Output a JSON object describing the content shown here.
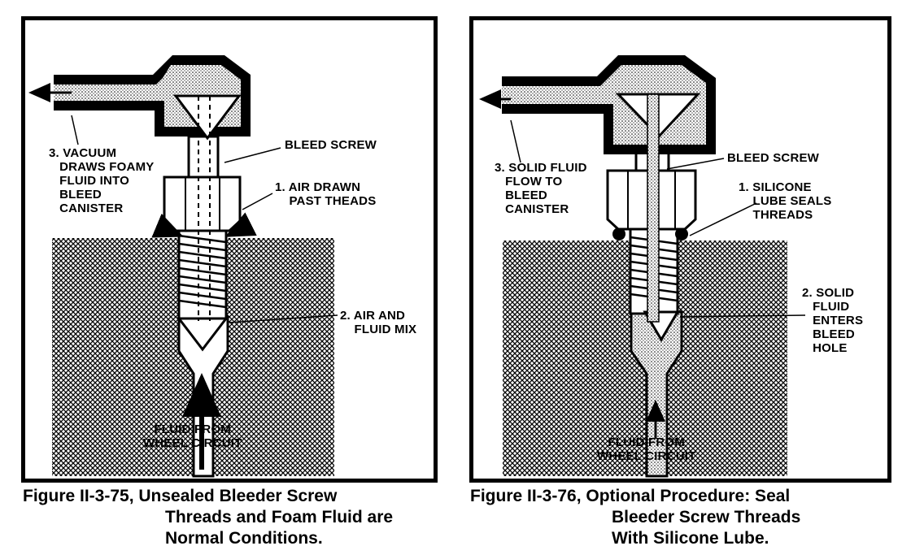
{
  "left": {
    "labels": {
      "vacuum": "3. VACUUM\n   DRAWS FOAMY\n   FLUID INTO\n   BLEED\n   CANISTER",
      "bleed_screw": "BLEED SCREW",
      "air_drawn": "1. AIR DRAWN\n    PAST THEADS",
      "air_fluid": "2. AIR AND\n    FLUID MIX",
      "fluid_from": "FLUID FROM\nWHEEL CIRCUIT"
    },
    "caption_line1": "Figure II-3-75, Unsealed Bleeder Screw",
    "caption_line2": "Threads and Foam Fluid are",
    "caption_line3": "Normal Conditions."
  },
  "right": {
    "labels": {
      "solid_flow": "3. SOLID FLUID\n   FLOW TO\n   BLEED\n   CANISTER",
      "bleed_screw": "BLEED SCREW",
      "silicone": "1. SILICONE\n    LUBE SEALS\n    THREADS",
      "solid_enters": "2. SOLID\n   FLUID\n   ENTERS\n   BLEED\n   HOLE",
      "fluid_from": "FLUID FROM\nWHEEL CIRCUIT"
    },
    "caption_line1": "Figure II-3-76, Optional Procedure: Seal",
    "caption_line2": "Bleeder Screw Threads",
    "caption_line3": "With Silicone Lube."
  }
}
